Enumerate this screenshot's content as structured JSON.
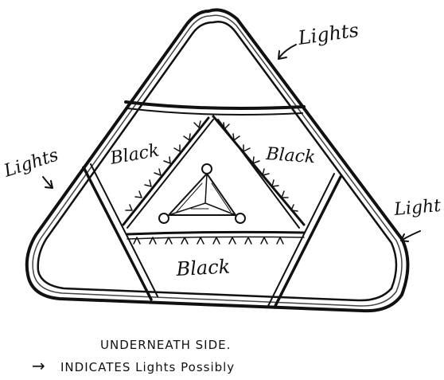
{
  "labels": {
    "lights_top": "Lights",
    "lights_left": "Lights",
    "lights_right": "Light",
    "black_left": "Black",
    "black_right": "Black",
    "black_bottom": "Black"
  },
  "caption": {
    "line1": "UNDERNEATH SIDE.",
    "line2_arrow": "→",
    "line2_text": "INDICATES Lights Possibly"
  }
}
